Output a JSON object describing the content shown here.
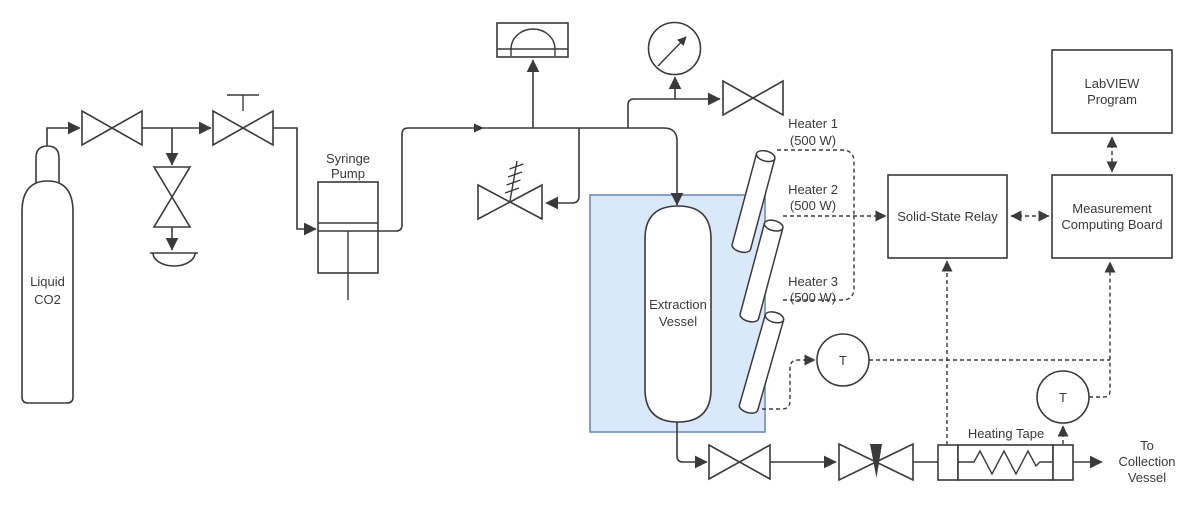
{
  "tank": {
    "line1": "Liquid",
    "line2": "CO2"
  },
  "pump": {
    "line1": "Syringe",
    "line2": "Pump"
  },
  "vessel": {
    "line1": "Extraction",
    "line2": "Vessel"
  },
  "heaters": [
    {
      "name": "Heater 1",
      "power": "(500 W)"
    },
    {
      "name": "Heater 2",
      "power": "(500 W)"
    },
    {
      "name": "Heater 3",
      "power": "(500 W)"
    }
  ],
  "relay": {
    "label": "Solid-State Relay"
  },
  "mcb": {
    "line1": "Measurement",
    "line2": "Computing Board"
  },
  "labview": {
    "line1": "LabVIEW",
    "line2": "Program"
  },
  "tape": {
    "label": "Heating Tape"
  },
  "sensors": {
    "vessel_temp": "T",
    "tape_temp": "T"
  },
  "outlet": {
    "line1": "To",
    "line2": "Collection",
    "line3": "Vessel"
  },
  "colors": {
    "vessel_enclosure_fill": "#dae8fc",
    "vessel_enclosure_stroke": "#6c8ebf",
    "line": "#3a3a3a"
  }
}
